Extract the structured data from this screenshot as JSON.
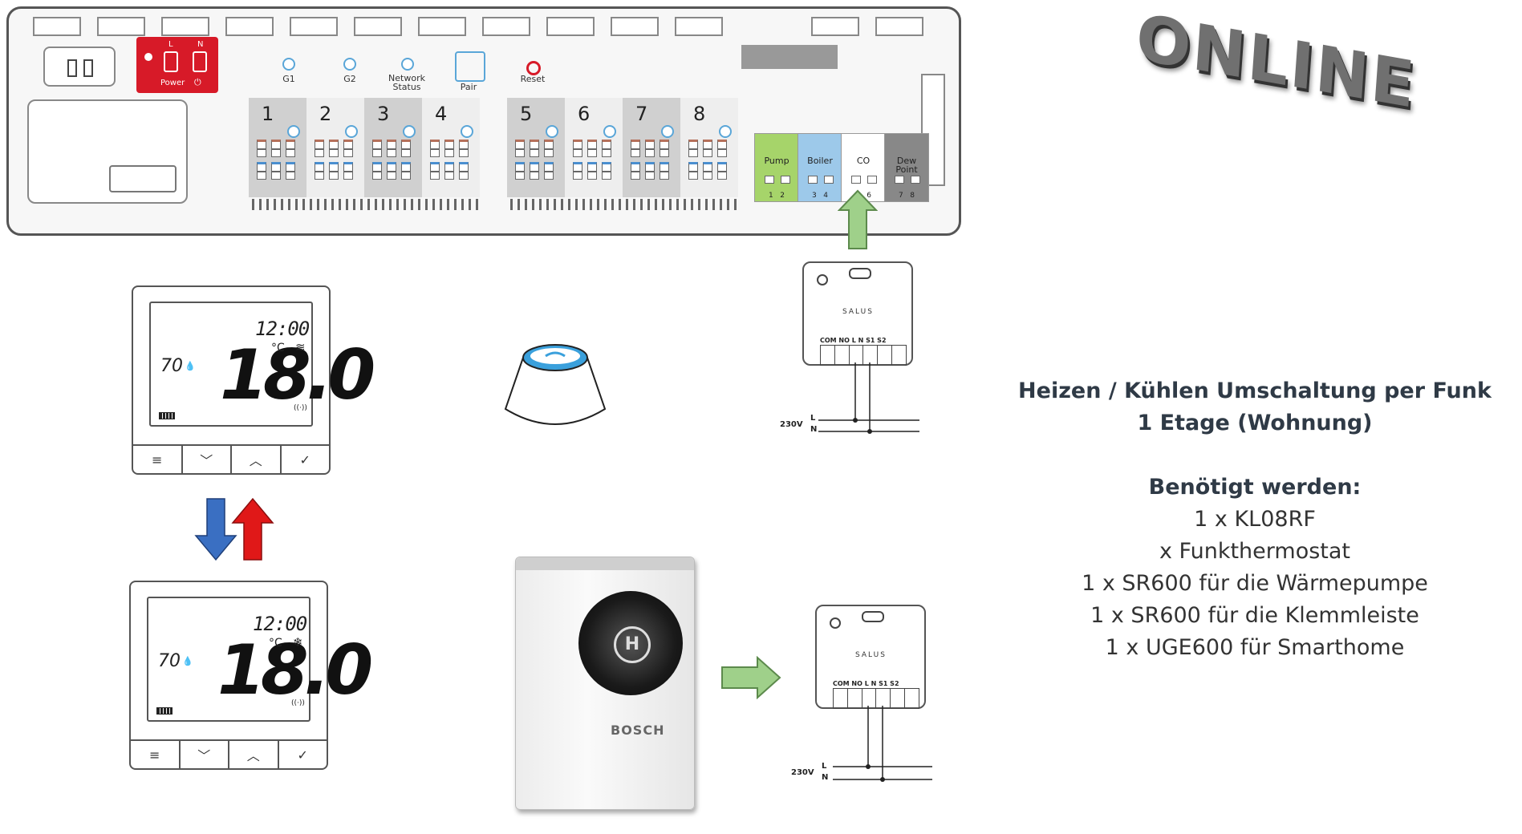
{
  "status_text": "ONLINE",
  "controller": {
    "power_label": "Power",
    "power_l": "L",
    "power_n": "N",
    "leds": [
      {
        "label": "G1"
      },
      {
        "label": "G2"
      },
      {
        "label": "Network Status"
      },
      {
        "label": "Pair"
      },
      {
        "label": "Reset"
      }
    ],
    "zones": [
      "1",
      "2",
      "3",
      "4",
      "5",
      "6",
      "7",
      "8"
    ],
    "aux": [
      {
        "label": "Pump",
        "terms": "1   2",
        "color": "#a6d46a"
      },
      {
        "label": "Boiler",
        "terms": "3   4",
        "color": "#9dc9ea"
      },
      {
        "label": "CO",
        "terms": "5   6",
        "color": "#ffffff"
      },
      {
        "label": "Dew Point",
        "terms": "7   8",
        "color": "#888888"
      }
    ]
  },
  "thermostats": [
    {
      "time": "12:00",
      "temperature": "18.0",
      "humidity": "70",
      "unit": "°C",
      "mode": "heating"
    },
    {
      "time": "12:00",
      "temperature": "18.0",
      "humidity": "70",
      "unit": "°C",
      "mode": "cooling"
    }
  ],
  "relay": {
    "brand": "SALUS",
    "terminal_labels": "COM NO   L    N   S1  S2",
    "voltage": "230V",
    "line_l": "L",
    "line_n": "N"
  },
  "heat_pump_brand": "BOSCH",
  "info": {
    "title_line1": "Heizen / Kühlen Umschaltung per Funk",
    "title_line2": "1 Etage (Wohnung)",
    "needed_heading": "Benötigt werden:",
    "items": [
      "1 x KL08RF",
      "x Funkthermostat",
      "1 x SR600 für die Wärmepumpe",
      "1 x SR600 für die Klemmleiste",
      "1 x UGE600 für Smarthome"
    ]
  },
  "colors": {
    "power_red": "#d71a28",
    "arrow_green": "#9fd08a",
    "arrow_blue": "#3a6fc2",
    "arrow_red": "#e01818",
    "gateway_blue": "#3aa0dc"
  }
}
